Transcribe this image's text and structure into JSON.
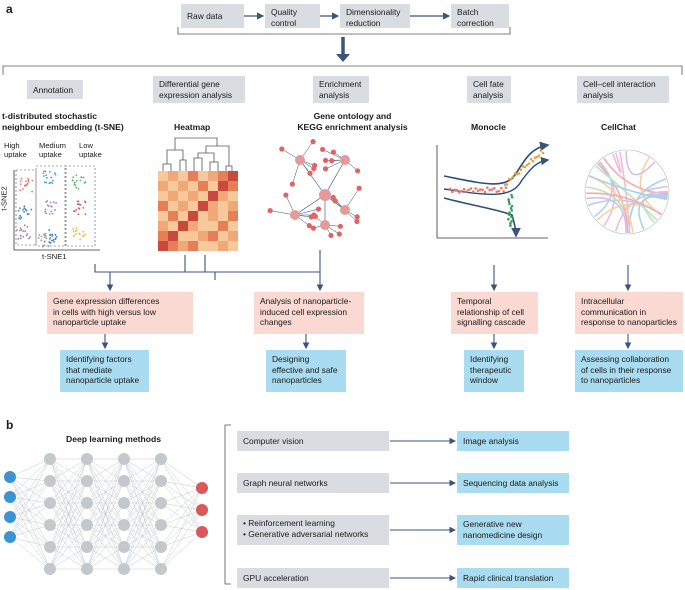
{
  "panel_a": {
    "label": "a",
    "pipeline": [
      "Raw data",
      "Quality\ncontrol",
      "Dimensionality\nreduction",
      "Batch\ncorrection"
    ],
    "categories": [
      {
        "label": "Annotation"
      },
      {
        "label": "Differential gene\nexpression analysis"
      },
      {
        "label": "Enrichment\nanalysis"
      },
      {
        "label": "Cell fate\nanalysis"
      },
      {
        "label": "Cell–cell interaction\nanalysis"
      }
    ],
    "tools": [
      "t-distributed stochastic\nneighbour embedding (t-SNE)",
      "Heatmap",
      "Gene ontology and\nKEGG enrichment analysis",
      "Monocle",
      "CellChat"
    ],
    "tsne": {
      "group_labels": [
        "High\nuptake",
        "Medium\nuptake",
        "Low\nuptake"
      ],
      "xlabel": "t-SNE1",
      "ylabel": "t-SNE2"
    },
    "findings": [
      "Gene expression differences\nin cells with high versus low\nnanoparticle uptake",
      "Analysis of nanoparticle-\ninduced cell expression\nchanges",
      "Temporal\nrelationship of cell\nsignalling cascade",
      "Intracellular\ncommunication in\nresponse to nanoparticles"
    ],
    "outcomes": [
      "Identifying factors\nthat mediate\nnanoparticle uptake",
      "Designing\neffective and safe\nnanoparticles",
      "Identifying\ntherapeutic\nwindow",
      "Assessing collaboration\nof cells in their response\nto nanoparticles"
    ]
  },
  "panel_b": {
    "label": "b",
    "title": "Deep learning methods",
    "methods": [
      "Computer vision",
      "Graph neural networks",
      "• Reinforcement learning\n• Generative adversarial networks",
      "GPU acceleration"
    ],
    "applications": [
      "Image analysis",
      "Sequencing data analysis",
      "Generative new\nnanomedicine design",
      "Rapid clinical translation"
    ]
  },
  "colors": {
    "grey_box": "#d9dde1",
    "pink_box": "#f9d9d2",
    "blue_box": "#a9dcf0",
    "arrow": "#3b5578",
    "input_node": "#3b93d0",
    "hidden_node": "#c4c8cd",
    "output_node": "#d9585a"
  }
}
